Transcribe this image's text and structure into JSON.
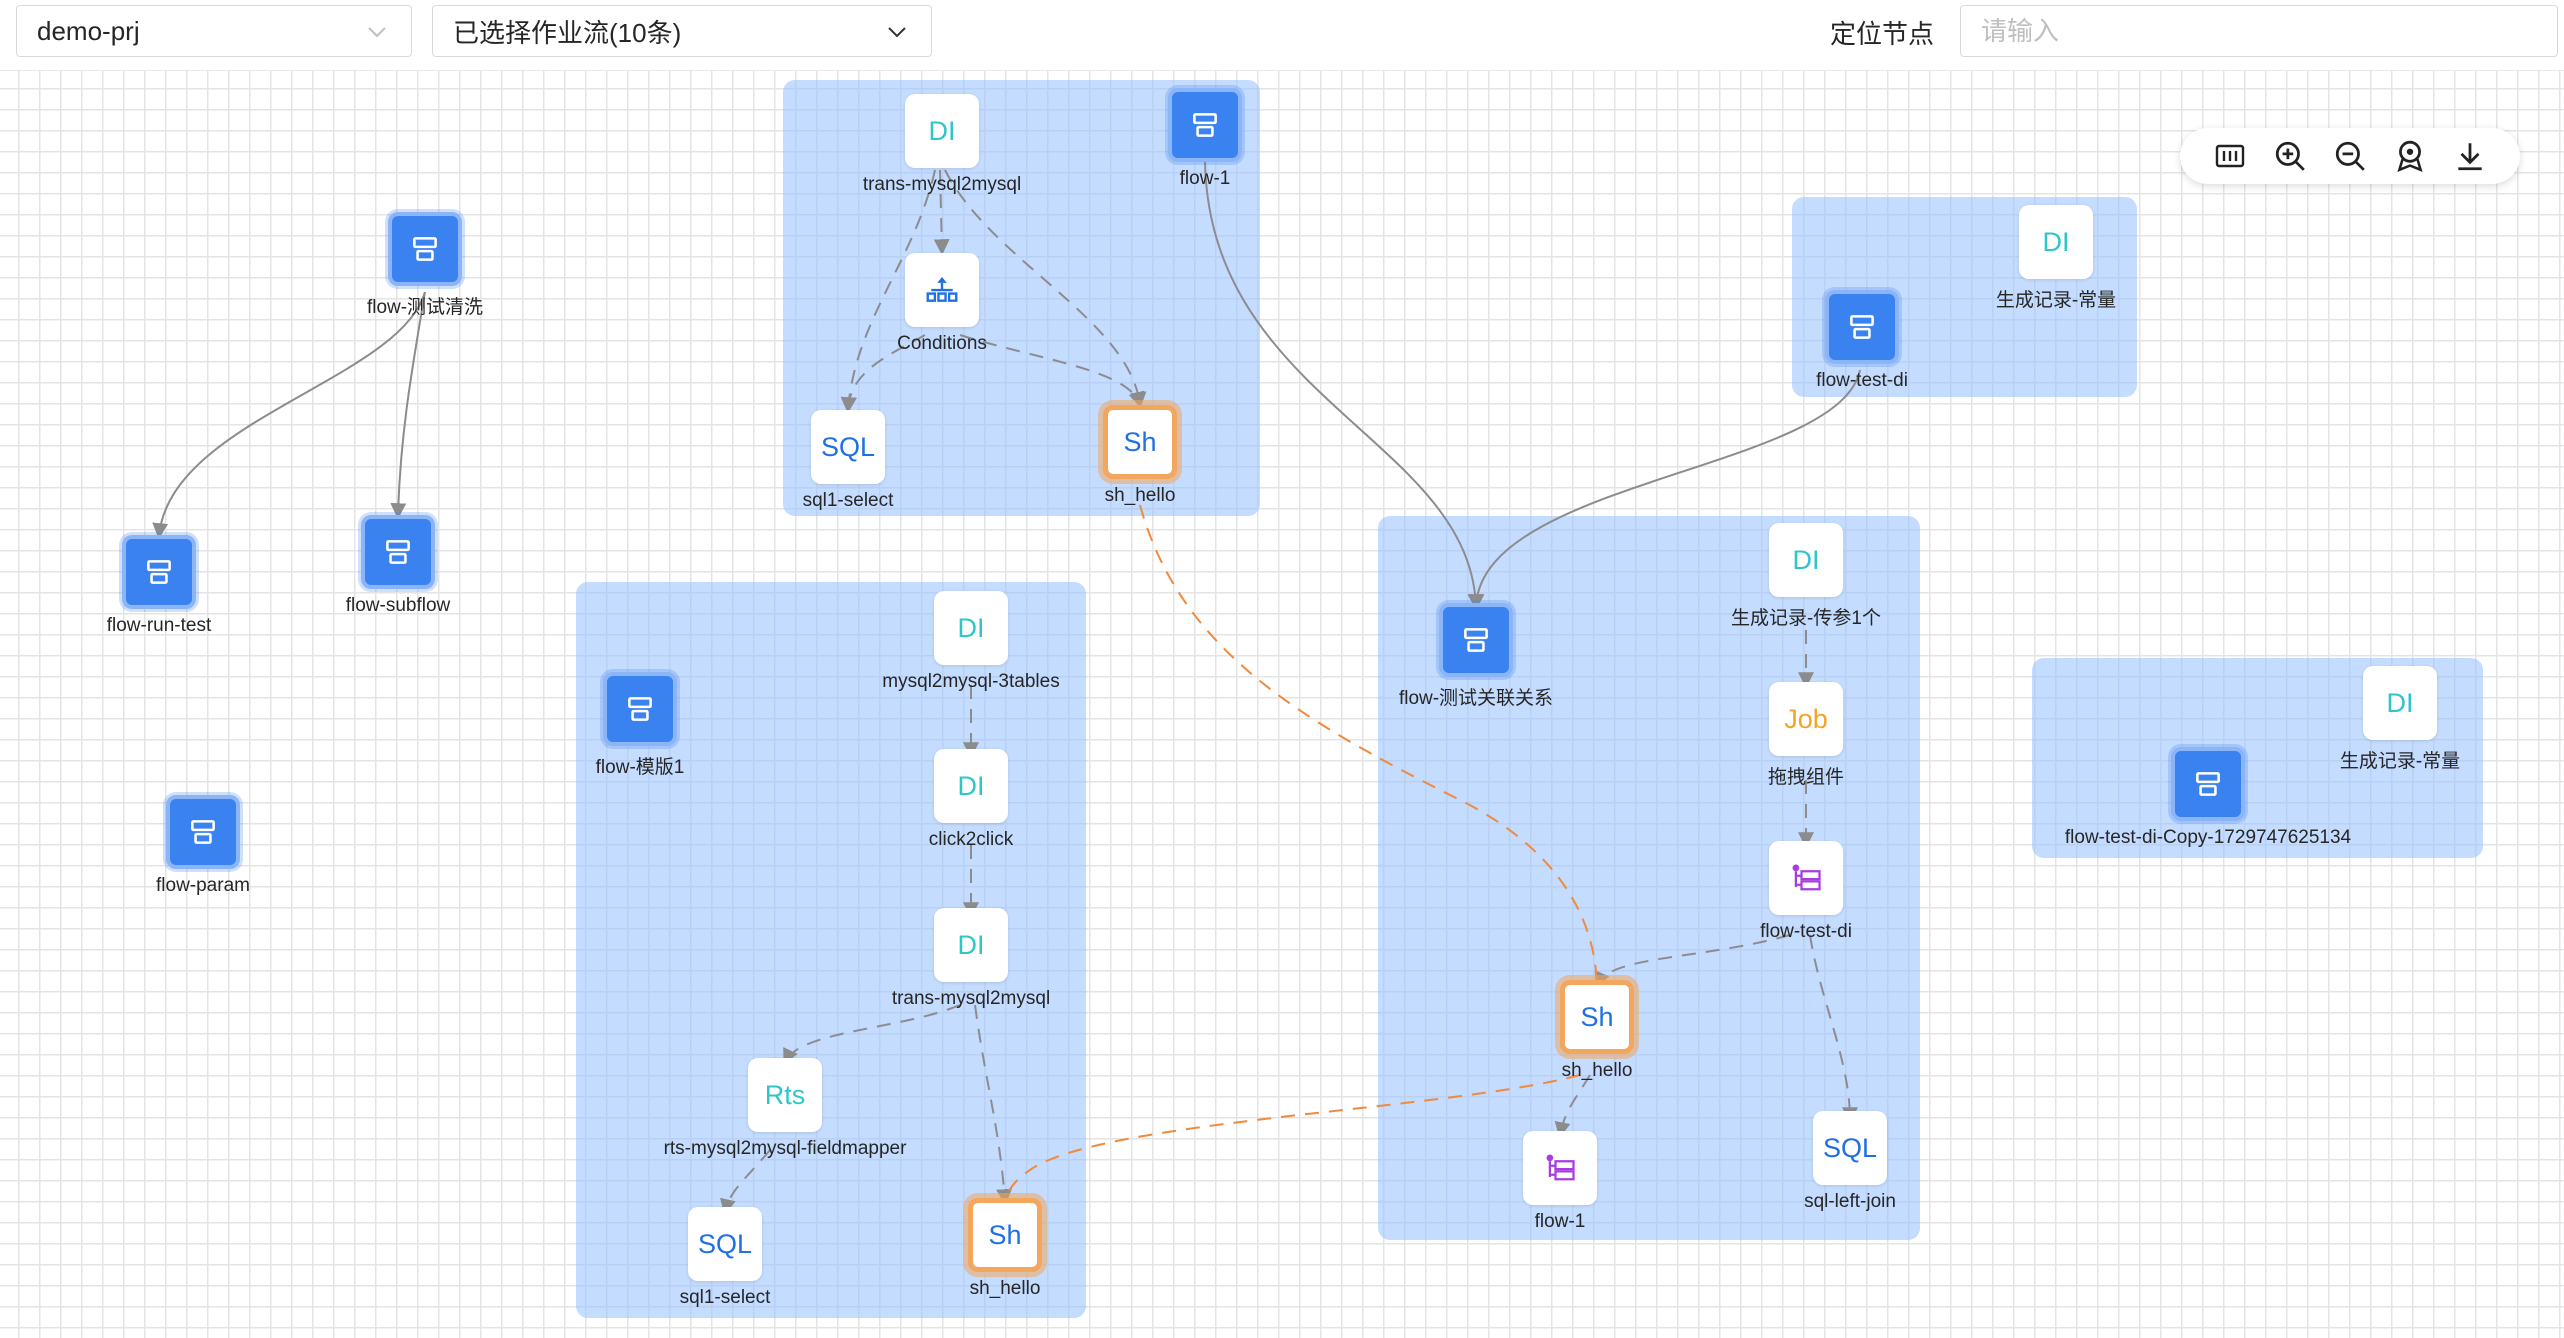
{
  "toolbar": {
    "project_select": {
      "value": "demo-prj"
    },
    "flow_select": {
      "value": "已选择作业流(10条)"
    },
    "locate_label": "定位节点",
    "locate_placeholder": "请输入"
  },
  "zoom_toolbar": {
    "buttons": [
      "fit-view-icon",
      "zoom-in-icon",
      "zoom-out-icon",
      "locate-center-icon",
      "download-icon"
    ]
  },
  "groups": [
    {
      "id": "g-flow1",
      "label": "flow-1"
    },
    {
      "id": "g-flow-test-di",
      "label": "flow-test-di"
    },
    {
      "id": "g-template1",
      "label": "flow-模版1"
    },
    {
      "id": "g-relation",
      "label": "flow-测试关联关系"
    },
    {
      "id": "g-copy",
      "label": "flow-test-di-Copy-1729747625134"
    }
  ],
  "nodes": [
    {
      "id": "n1",
      "type": "flow",
      "label": "flow-测试清洗"
    },
    {
      "id": "n2",
      "type": "flow",
      "label": "flow-run-test"
    },
    {
      "id": "n3",
      "type": "flow",
      "label": "flow-subflow"
    },
    {
      "id": "n4",
      "type": "flow",
      "label": "flow-param"
    },
    {
      "id": "n5",
      "type": "DI",
      "label": "trans-mysql2mysql"
    },
    {
      "id": "n6",
      "type": "flow",
      "label": "flow-1"
    },
    {
      "id": "n7",
      "type": "conditions",
      "label": "Conditions"
    },
    {
      "id": "n8",
      "type": "SQL",
      "label": "sql1-select"
    },
    {
      "id": "n9",
      "type": "Sh",
      "label": "sh_hello"
    },
    {
      "id": "n10",
      "type": "DI",
      "label": "生成记录-常量"
    },
    {
      "id": "n11",
      "type": "flow",
      "label": "flow-test-di"
    },
    {
      "id": "n12",
      "type": "flow",
      "label": "flow-模版1"
    },
    {
      "id": "n13",
      "type": "DI",
      "label": "mysql2mysql-3tables"
    },
    {
      "id": "n14",
      "type": "DI",
      "label": "click2click"
    },
    {
      "id": "n15",
      "type": "DI",
      "label": "trans-mysql2mysql"
    },
    {
      "id": "n16",
      "type": "Rts",
      "label": "rts-mysql2mysql-fieldmapper"
    },
    {
      "id": "n17",
      "type": "SQL",
      "label": "sql1-select"
    },
    {
      "id": "n18",
      "type": "Sh",
      "label": "sh_hello"
    },
    {
      "id": "n19",
      "type": "flow",
      "label": "flow-测试关联关系"
    },
    {
      "id": "n20",
      "type": "DI",
      "label": "生成记录-传参1个"
    },
    {
      "id": "n21",
      "type": "Job",
      "label": "拖拽组件"
    },
    {
      "id": "n22",
      "type": "subflow",
      "label": "flow-test-di"
    },
    {
      "id": "n23",
      "type": "Sh",
      "label": "sh_hello"
    },
    {
      "id": "n24",
      "type": "subflow",
      "label": "flow-1"
    },
    {
      "id": "n25",
      "type": "SQL",
      "label": "sql-left-join"
    },
    {
      "id": "n26",
      "type": "DI",
      "label": "生成记录-常量"
    },
    {
      "id": "n27",
      "type": "flow",
      "label": "flow-test-di-Copy-1729747625134"
    }
  ],
  "node_text": {
    "DI": "DI",
    "SQL": "SQL",
    "Sh": "Sh",
    "Job": "Job",
    "Rts": "Rts"
  },
  "colors": {
    "flow_node": "#3b82f1",
    "group_fill": "#93c0ff",
    "highlight_border": "#f2a65e",
    "highlight_edge": "#f08a3c",
    "edge": "#8c8c8c"
  }
}
